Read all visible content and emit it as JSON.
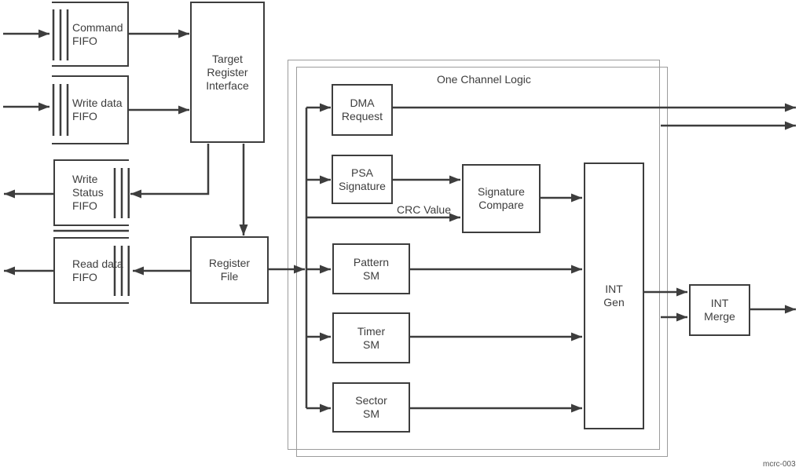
{
  "diagram": {
    "container_label": "One Channel Logic",
    "figure_id": "mcrc-003",
    "annotations": {
      "crc_value": "CRC Value"
    },
    "blocks": {
      "command_fifo": {
        "label": "Command\nFIFO"
      },
      "write_data_fifo": {
        "label": "Write data\nFIFO"
      },
      "target_register_interface": {
        "label": "Target\nRegister\nInterface"
      },
      "write_status_fifo": {
        "label": "Write\nStatus\nFIFO"
      },
      "read_data_fifo": {
        "label": "Read data\nFIFO"
      },
      "register_file": {
        "label": "Register\nFile"
      },
      "dma_request": {
        "label": "DMA\nRequest"
      },
      "psa_signature": {
        "label": "PSA\nSignature"
      },
      "signature_compare": {
        "label": "Signature\nCompare"
      },
      "pattern_sm": {
        "label": "Pattern\nSM"
      },
      "timer_sm": {
        "label": "Timer\nSM"
      },
      "sector_sm": {
        "label": "Sector\nSM"
      },
      "int_gen": {
        "label": "INT\nGen"
      },
      "int_merge": {
        "label": "INT\nMerge"
      }
    },
    "colors": {
      "line": "#3d3d3d",
      "container_border": "#9c9c9c",
      "text": "#3d3d3d",
      "figure_id_text": "#565656",
      "background": "#ffffff"
    }
  }
}
